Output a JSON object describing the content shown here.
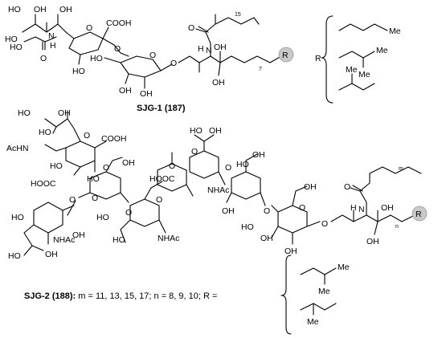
{
  "compound1": {
    "caption": "SJG-1 (187)",
    "labels": {
      "ho_a": "HO",
      "oh_a": "OH",
      "ho_b": "HO",
      "oh_b": "OH",
      "nh": "N",
      "h": "H",
      "o_amide": "O",
      "ho_gly": "HO",
      "cooh": "COOH",
      "o_ring_sia": "O",
      "ho_sia": "HO",
      "o_link": "O",
      "o_ring_gal": "O",
      "ho_gal": "HO",
      "oh_gal1": "OH",
      "oh_gal2": "OH",
      "o_glyc": "O",
      "o_cer": "O",
      "nh_cer": "N",
      "h_cer": "H",
      "oh_cer1": "OH",
      "oh_cer2": "OH",
      "n15": "15",
      "n7": "7",
      "r": "R"
    },
    "r_groups": {
      "r_label": "R",
      "me1": "Me",
      "me2": "Me",
      "me3": "Me",
      "me4": "Me"
    }
  },
  "compound2": {
    "caption_name": "SJG-2 (188):",
    "caption_params": " m = 11, 13, 15, 17; n = 8, 9, 10; R =",
    "labels": {
      "ho1": "HO",
      "oh1": "OH",
      "ho2": "HO",
      "acn1": "AcHN",
      "o1": "O",
      "cooh1": "COOH",
      "ho3": "HO",
      "ho4": "HO",
      "o_ring1": "O",
      "oh2": "OH",
      "hooc1": "HOOC",
      "o2": "O",
      "o_ring2": "O",
      "hooc2": "HOOC",
      "o3": "O",
      "ho5": "HO",
      "oh3": "OH",
      "nhac1": "NHAc",
      "ho6": "HO",
      "oh4": "OH",
      "ho7": "HO",
      "o4": "O",
      "ho8": "HO",
      "o5": "O",
      "nhac2": "NHAc",
      "ho9": "HO",
      "oh5": "OH",
      "o6": "O",
      "nhac3": "NHAc",
      "o7": "O",
      "ho10": "HO",
      "oh6": "OH",
      "oh7": "OH",
      "o8": "O",
      "oh8": "OH",
      "o9": "O",
      "ho11": "HO",
      "oh9": "OH",
      "o10": "O",
      "oh10": "OH",
      "nh": "N",
      "h": "H",
      "oh_cer1": "OH",
      "oh_cer2": "OH",
      "o_amide": "O",
      "m": "m",
      "n": "n",
      "r": "R"
    },
    "r_groups": {
      "me1": "Me",
      "me2": "Me",
      "me3": "Me"
    }
  }
}
